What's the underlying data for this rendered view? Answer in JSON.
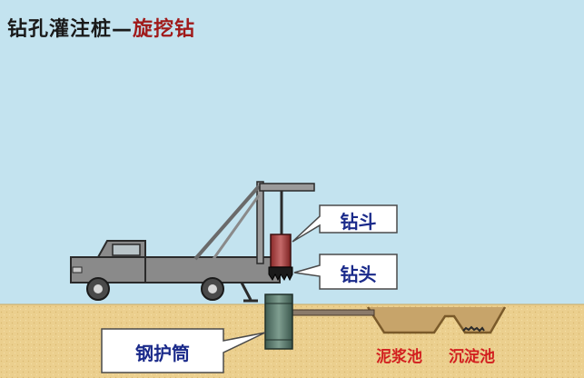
{
  "title": {
    "main": "钻孔灌注桩—",
    "highlight": "旋挖钻"
  },
  "labels": {
    "drill_bucket": "钻斗",
    "drill_head": "钻头",
    "steel_casing": "钢护筒",
    "mud_pool": "泥浆池",
    "settling_pool": "沉淀池"
  },
  "colors": {
    "sky": "#c3e3ef",
    "ground": "#ebcf8e",
    "title_highlight": "#a01a1a",
    "callout_text": "#1a2a8a",
    "pool_text": "#d21f1f"
  }
}
